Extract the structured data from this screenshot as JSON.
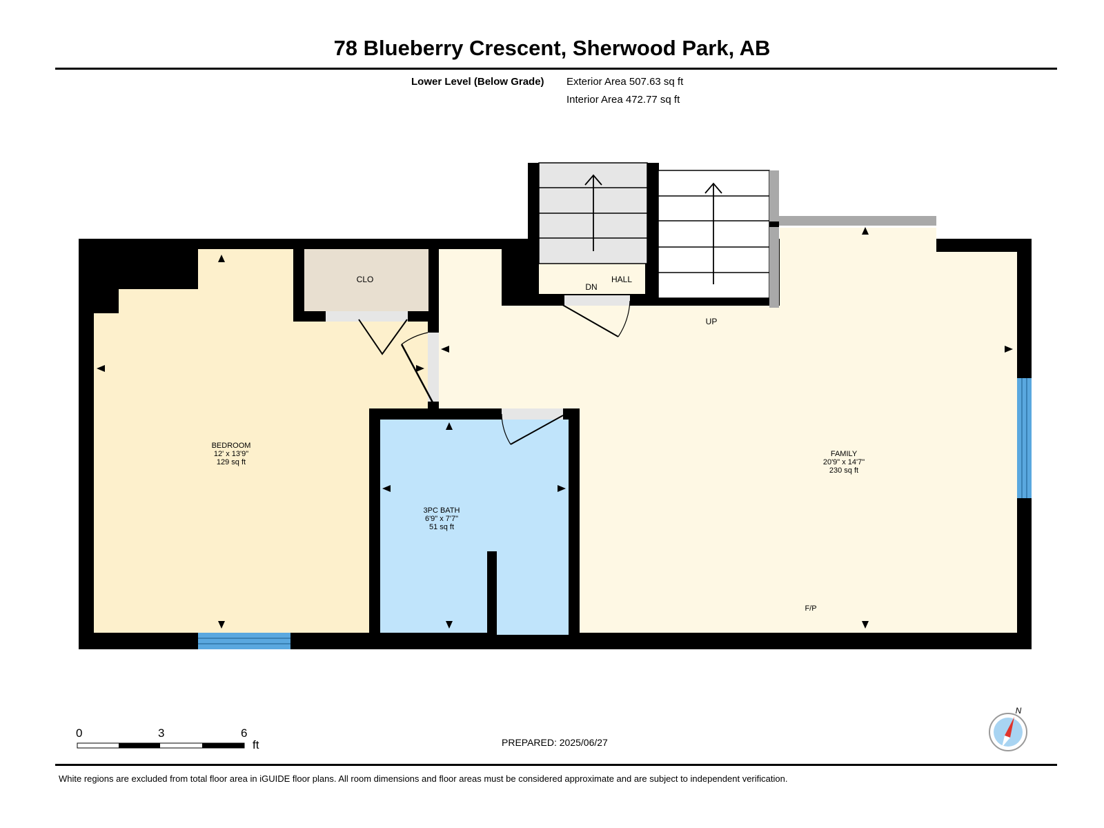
{
  "header": {
    "title": "78 Blueberry Crescent, Sherwood Park, AB",
    "level": "Lower Level (Below Grade)",
    "exterior_area": "Exterior Area 507.63 sq ft",
    "interior_area": "Interior Area 472.77 sq ft"
  },
  "rooms": {
    "closet": {
      "name": "CLO"
    },
    "hall": {
      "name": "HALL"
    },
    "bedroom": {
      "name": "BEDROOM",
      "dims": "12' x 13'9\"",
      "area": "129 sq ft"
    },
    "bath": {
      "name": "3PC BATH",
      "dims": "6'9\" x 7'7\"",
      "area": "51 sq ft"
    },
    "family": {
      "name": "FAMILY",
      "dims": "20'9\" x 14'7\"",
      "area": "230 sq ft"
    }
  },
  "labels": {
    "down": "DN",
    "up": "UP",
    "fireplace": "F/P"
  },
  "scale": {
    "ticks": [
      "0",
      "3",
      "6"
    ],
    "unit": "ft"
  },
  "compass": {
    "north": "N"
  },
  "prepared": "PREPARED: 2025/06/27",
  "footer": "White regions are excluded from total floor area in iGUIDE floor plans. All room dimensions and floor areas must be considered approximate and are subject to independent verification.",
  "colors": {
    "bedroom": "#fdf0cc",
    "family": "#fef8e4",
    "bath": "#c0e4fb",
    "closet": "#e8dfd0",
    "stairs": "#e6e6e6",
    "window": "#5aa8df",
    "wall": "#000000"
  }
}
